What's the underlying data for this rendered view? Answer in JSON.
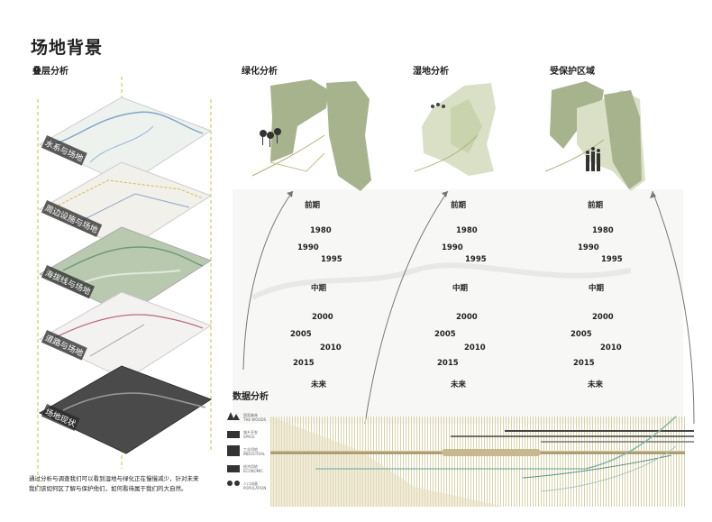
{
  "title": "场地背景",
  "overlay": {
    "heading": "叠层分析",
    "layers": [
      "水系与场地",
      "周边设施与场地",
      "海拔线与场地",
      "道路与场地",
      "场地现状"
    ]
  },
  "panels": [
    {
      "heading": "绿化分析"
    },
    {
      "heading": "湿地分析"
    },
    {
      "heading": "受保护区域"
    }
  ],
  "timeline": [
    "前期",
    "1980",
    "1990",
    "1995",
    "中期",
    "2000",
    "2005",
    "2010",
    "2015",
    "未来"
  ],
  "data": {
    "heading": "数据分析",
    "legend": [
      {
        "cn": "国家森林",
        "en": "THE WOODS"
      },
      {
        "cn": "城乡开发",
        "en": "SPACE"
      },
      {
        "cn": "工业用地",
        "en": "INDUSTRIAL"
      },
      {
        "cn": "经济用地",
        "en": "ECONOMIC"
      },
      {
        "cn": "人口流量",
        "en": "POPULATION"
      }
    ]
  },
  "description": {
    "line1": "通过分析与调查我们可以看到湿地与绿化正在慢慢减少，针对未来",
    "line2": "我们该如何区了解与保护他们，如何看待属于我们的大自然。"
  },
  "colors": {
    "green_dark": "#a7b38c",
    "green_light": "#d9e0c6",
    "tan": "#c7b98f",
    "teal": "#7fb3a6"
  }
}
